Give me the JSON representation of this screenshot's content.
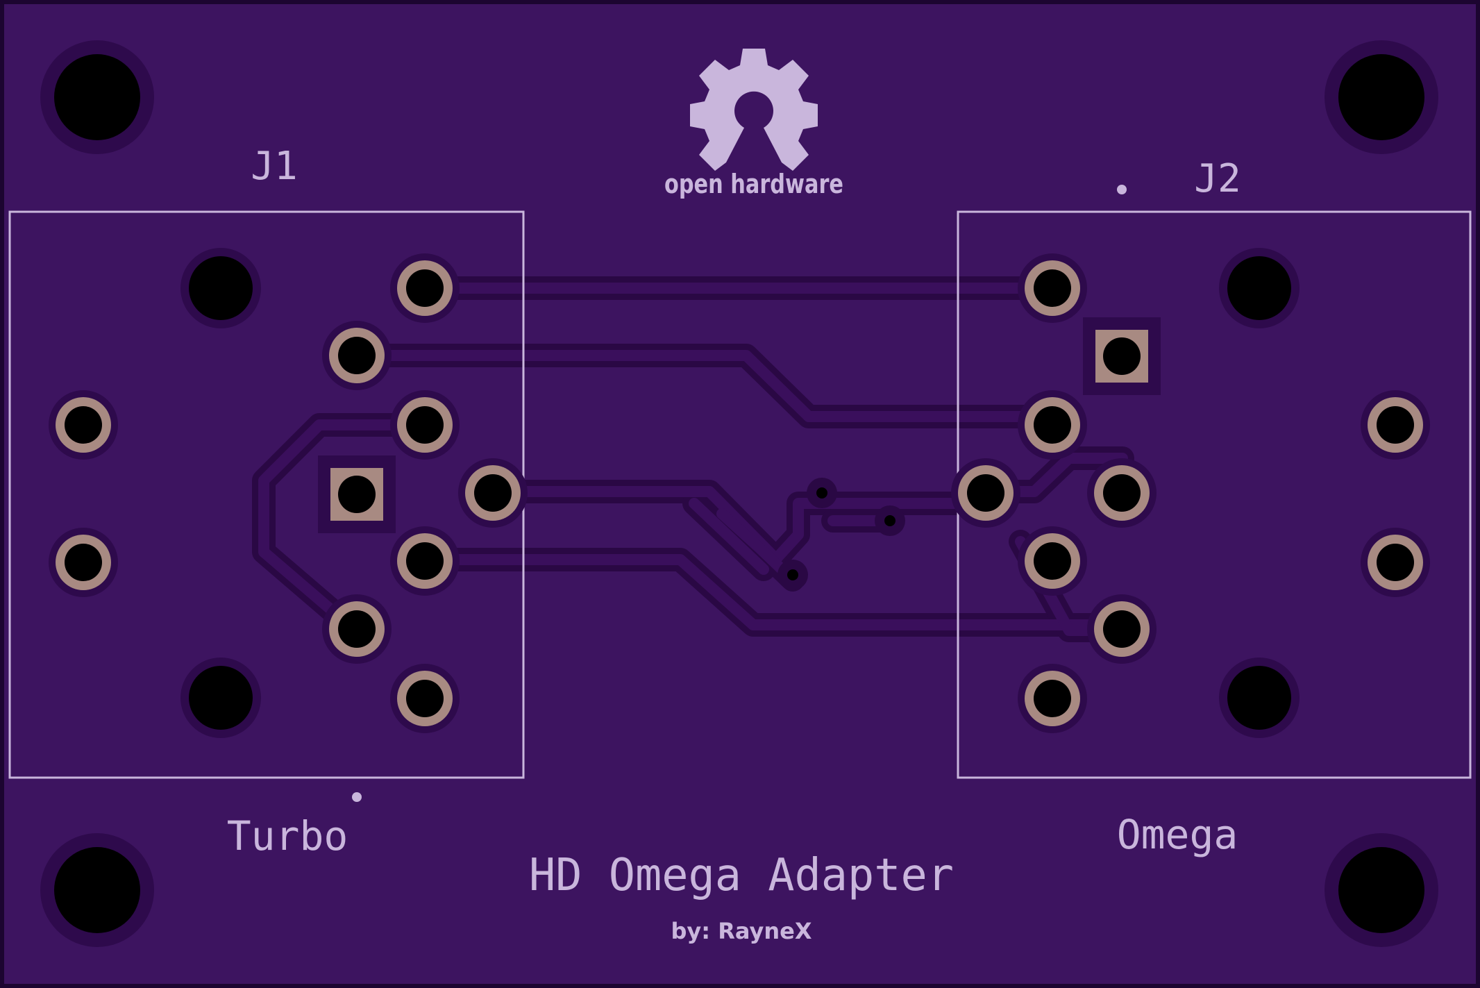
{
  "board": {
    "colors": {
      "substrate": "#3d1460",
      "trace": "#3a0f5c",
      "trace_clearance": "#2a0844",
      "pad_copper": "#a88a82",
      "silkscreen": "#c9b6dc",
      "hole": "#000000",
      "outline": "#1c0530"
    },
    "labels": {
      "j1": "J1",
      "j2": "J2",
      "turbo": "Turbo",
      "omega": "Omega",
      "title": "HD Omega Adapter",
      "author": "by: RayneX",
      "logo_text": "open hardware"
    },
    "logo_icon": "oshw-gear-icon"
  }
}
